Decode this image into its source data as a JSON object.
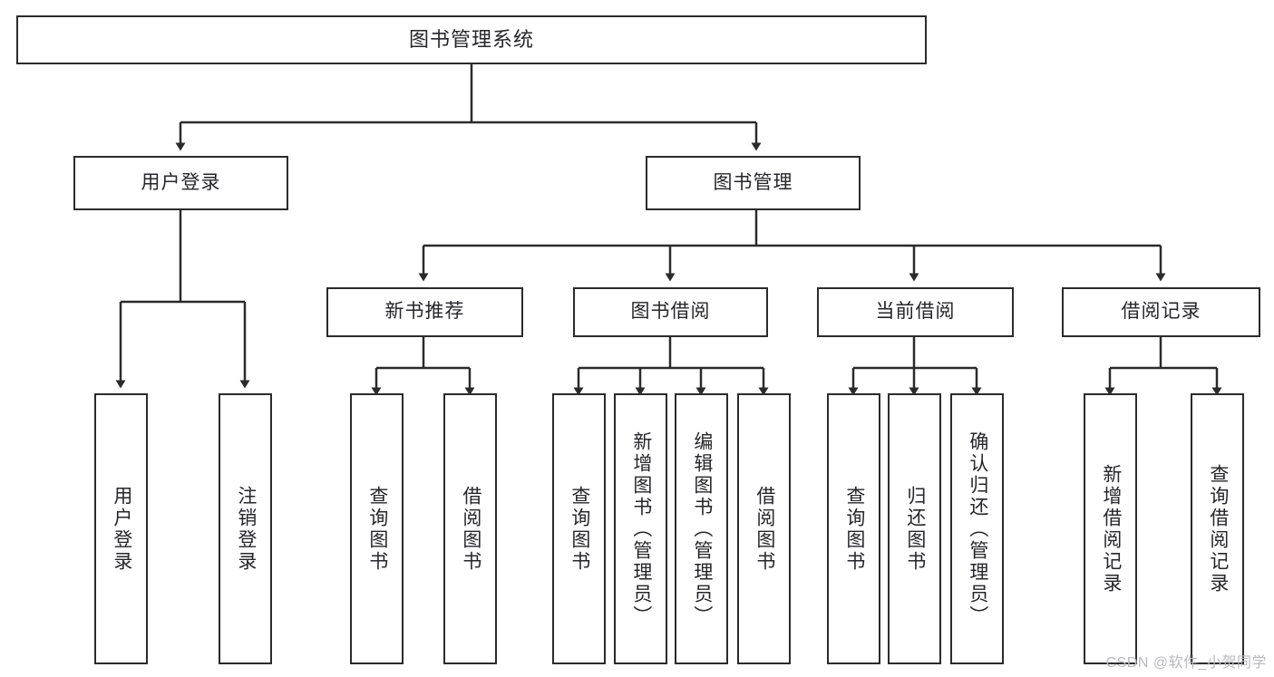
{
  "diagram": {
    "title": "图书管理系统",
    "type": "hierarchy-tree",
    "root": {
      "id": "root",
      "label": "图书管理系统"
    },
    "level2": [
      {
        "id": "user-login",
        "label": "用户登录"
      },
      {
        "id": "book-manage",
        "label": "图书管理"
      }
    ],
    "level3": [
      {
        "id": "new-book-rec",
        "label": "新书推荐",
        "parent": "book-manage"
      },
      {
        "id": "book-borrow",
        "label": "图书借阅",
        "parent": "book-manage"
      },
      {
        "id": "current-borrow",
        "label": "当前借阅",
        "parent": "book-manage"
      },
      {
        "id": "borrow-record",
        "label": "借阅记录",
        "parent": "book-manage"
      }
    ],
    "leaves": [
      {
        "id": "leaf-user-login",
        "label": "用户登录",
        "parent": "user-login"
      },
      {
        "id": "leaf-user-logout",
        "label": "注销登录",
        "parent": "user-login"
      },
      {
        "id": "leaf-query-book-1",
        "label": "查询图书",
        "parent": "new-book-rec"
      },
      {
        "id": "leaf-borrow-book-1",
        "label": "借阅图书",
        "parent": "new-book-rec"
      },
      {
        "id": "leaf-query-book-2",
        "label": "查询图书",
        "parent": "book-borrow"
      },
      {
        "id": "leaf-add-book",
        "label": "新增图书（管理员）",
        "parent": "book-borrow"
      },
      {
        "id": "leaf-edit-book",
        "label": "编辑图书（管理员）",
        "parent": "book-borrow"
      },
      {
        "id": "leaf-borrow-book-2",
        "label": "借阅图书",
        "parent": "book-borrow"
      },
      {
        "id": "leaf-query-book-3",
        "label": "查询图书",
        "parent": "current-borrow"
      },
      {
        "id": "leaf-return-book",
        "label": "归还图书",
        "parent": "current-borrow"
      },
      {
        "id": "leaf-confirm-return",
        "label": "确认归还（管理员）",
        "parent": "current-borrow"
      },
      {
        "id": "leaf-add-record",
        "label": "新增借阅记录",
        "parent": "borrow-record"
      },
      {
        "id": "leaf-query-record",
        "label": "查询借阅记录",
        "parent": "borrow-record"
      }
    ]
  },
  "watermark": {
    "text": "CSDN @软件_小贺同学"
  },
  "colors": {
    "stroke": "#2b2b2b",
    "box_fill": "#ffffff",
    "text": "#26262a",
    "watermark": "#b9b9bd",
    "background": "#ffffff"
  }
}
